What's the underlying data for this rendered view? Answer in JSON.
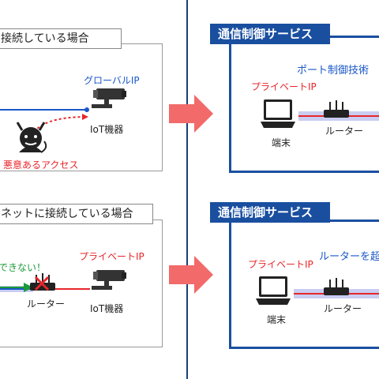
{
  "left_top": {
    "title": "接続している場合",
    "global_ip_label": "グローバルIP",
    "iot_label": "IoT機器",
    "attack_label": "悪意あるアクセス"
  },
  "left_bottom": {
    "title": "ネットに接続している場合",
    "cannot_label": "できない！",
    "private_ip_label": "プライベートIP",
    "router_label": "ルーター",
    "iot_label": "IoT機器"
  },
  "right_top": {
    "title": "通信制御サービス",
    "tech_label": "ポート制御技術",
    "private_ip_label": "プライベートIP",
    "terminal_label": "端末",
    "router_label": "ルーター"
  },
  "right_bottom": {
    "title": "通信制御サービス",
    "over_router_label": "ルーターを超",
    "private_ip_label": "プライベートIP",
    "terminal_label": "端末",
    "router_label": "ルーター"
  },
  "colors": {
    "brand_blue": "#1a4fa0",
    "label_blue": "#1a57c8",
    "attack_red": "#e8262a",
    "arrow_salmon": "#f26a6a",
    "line_green": "#1a9a3a"
  }
}
